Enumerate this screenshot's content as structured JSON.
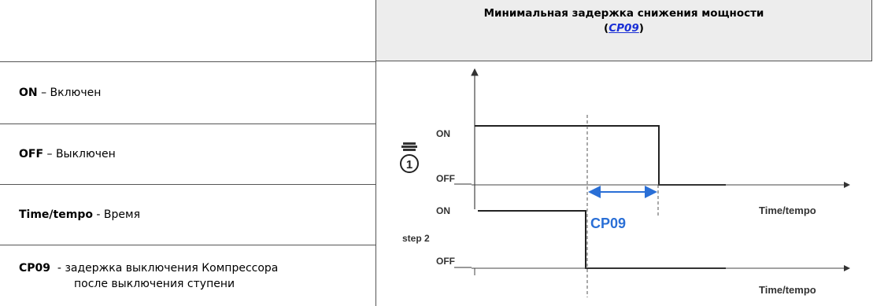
{
  "header": {
    "title_line1": "Минимальная задержка снижения мощности",
    "title_open": "(",
    "title_code": "CP09",
    "title_close": ")"
  },
  "legend": [
    {
      "term": "ON",
      "sep": " – ",
      "desc": "Включен"
    },
    {
      "term": "OFF",
      "sep": " – ",
      "desc": "Выключен"
    },
    {
      "term": "Time/tempo",
      "sep": " - ",
      "desc": "Время"
    },
    {
      "term": "CP09",
      "sep": "  - ",
      "desc": "задержка выключения Компрессора",
      "desc2": "после выключения ступени"
    }
  ],
  "diagram": {
    "on_top": "ON",
    "off_top": "OFF",
    "on_bottom": "ON",
    "off_bottom": "OFF",
    "step_label": "step 2",
    "time_label_1": "Time/tempo",
    "time_label_2": "Time/tempo",
    "delay_label": "CP09",
    "compressor_number": "1",
    "colors": {
      "accent": "#2a6fd6",
      "line": "#222222",
      "axis": "#444444"
    }
  }
}
